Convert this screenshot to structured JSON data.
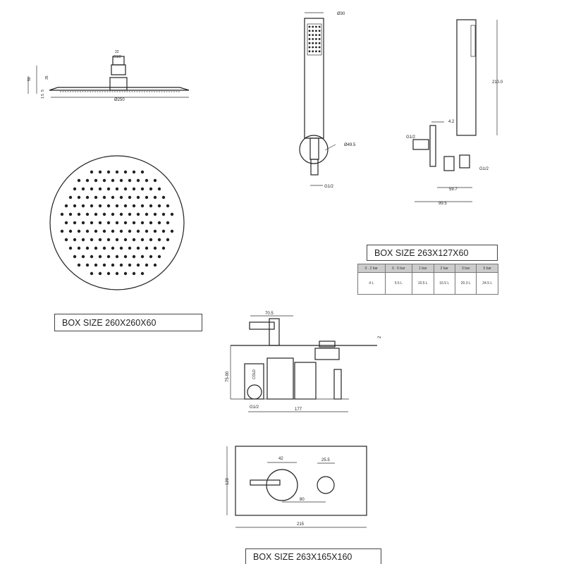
{
  "shower_head_side": {
    "top_width": "22",
    "thread": "G1/2",
    "total_height": "50",
    "arm_height": "35",
    "plate_thickness": "5",
    "rim": "1.5",
    "diameter": "Ø250"
  },
  "shower_head_box": "BOX SIZE   260X260X60",
  "hand_shower_front": {
    "diameter": "Ø30",
    "holder_diameter": "Ø49.5",
    "thread": "G1/2"
  },
  "hand_shower_side": {
    "height": "210.0",
    "wall_gap": "4.2",
    "inlet_thread": "G1/2",
    "outlet_thread": "G1/2",
    "depth_short": "59.7",
    "depth_long": "99.5"
  },
  "hand_shower_box": "BOX SIZE   263X127X60",
  "flow_table": {
    "headers": [
      "0 . 2 bar",
      "0 . 5 bar",
      "1  bar",
      "2  bar",
      "3  bar",
      "5  bar"
    ],
    "values": [
      "4  L",
      "5.5  L",
      "10.5  L",
      "16.5  L",
      "20.3 L",
      "24.5 L"
    ]
  },
  "mixer_side": {
    "handle_length": "70.5",
    "plate_thickness": "2",
    "depth": "75-90",
    "cold_label": "COLD",
    "thread": "G1/2",
    "width": "177"
  },
  "mixer_front": {
    "handle_diameter": "42",
    "knob_diameter": "25.5",
    "spacing": "80",
    "height": "120",
    "width": "215"
  },
  "mixer_box": "BOX SIZE  263X165X160"
}
